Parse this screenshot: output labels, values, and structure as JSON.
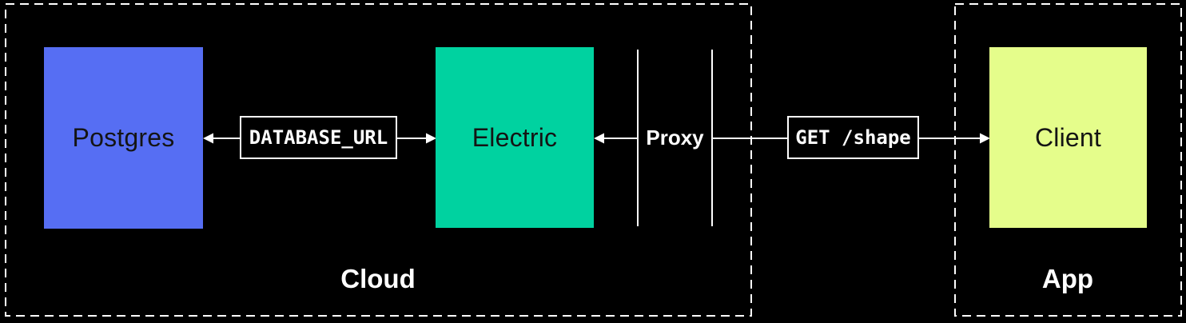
{
  "groups": {
    "cloud": {
      "label": "Cloud"
    },
    "app": {
      "label": "App"
    }
  },
  "nodes": {
    "postgres": {
      "label": "Postgres",
      "fill": "#566ef3"
    },
    "electric": {
      "label": "Electric",
      "fill": "#00d2a0"
    },
    "client": {
      "label": "Client",
      "fill": "#e5fd8b"
    }
  },
  "edges": {
    "database_url": {
      "label": "DATABASE_URL"
    },
    "get_shape": {
      "label": "GET /shape"
    },
    "proxy": {
      "label": "Proxy"
    }
  },
  "colors": {
    "background": "#000000",
    "line": "#ffffff",
    "node_text": "#141414"
  }
}
